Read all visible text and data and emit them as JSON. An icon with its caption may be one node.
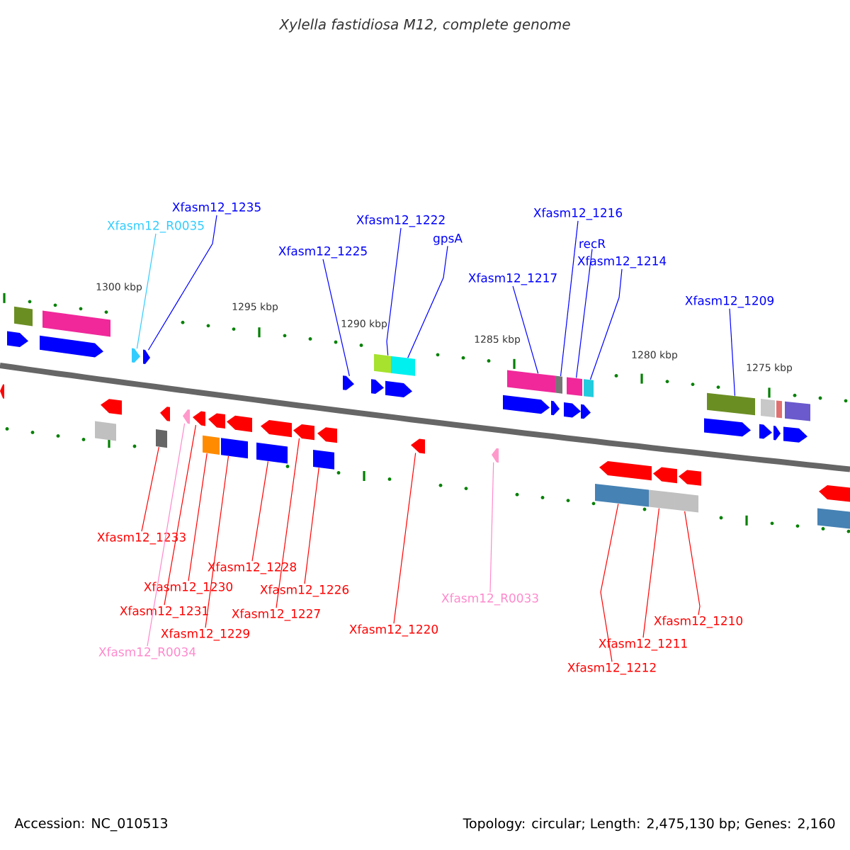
{
  "diagram": {
    "title": "Xylella fastidiosa M12, complete genome",
    "nodes": [
      {
        "text": [
          "Xfasm12_1235"
        ]
      },
      {
        "text": [
          "Xfasm12_R0035"
        ]
      },
      {
        "text": [
          "Xfasm12_1222"
        ]
      },
      {
        "text": [
          "Xfasm12_1225"
        ]
      },
      {
        "text": [
          "gpsA"
        ]
      },
      {
        "text": [
          "Xfasm12_1216"
        ]
      },
      {
        "text": [
          "recR"
        ]
      },
      {
        "text": [
          "Xfasm12_1217"
        ]
      },
      {
        "text": [
          "Xfasm12_1214"
        ]
      },
      {
        "text": [
          "Xfasm12_1209"
        ]
      },
      {
        "text": [
          "Xfasm12_1233"
        ]
      },
      {
        "text": [
          "Xfasm12_R0034"
        ]
      },
      {
        "text": [
          "Xfasm12_1230"
        ]
      },
      {
        "text": [
          "Xfasm12_1231"
        ]
      },
      {
        "text": [
          "Xfasm12_1229"
        ]
      },
      {
        "text": [
          "Xfasm12_1228"
        ]
      },
      {
        "text": [
          "Xfasm12_1227"
        ]
      },
      {
        "text": [
          "Xfasm12_1226"
        ]
      },
      {
        "text": [
          "Xfasm12_1220"
        ]
      },
      {
        "text": [
          "Xfasm12_R0033"
        ]
      },
      {
        "text": [
          "Xfasm12_1212"
        ]
      },
      {
        "text": [
          "Xfasm12_1211"
        ]
      },
      {
        "text": [
          "Xfasm12_1210"
        ]
      },
      {
        "text": [],
        "shape": "bar"
      },
      {
        "text": [],
        "shape": "bar"
      },
      {
        "text": [],
        "shape": "box"
      },
      {
        "text": [],
        "shape": "bar"
      },
      {
        "text": [],
        "shape": "box"
      },
      {
        "text": [],
        "shape": "box"
      },
      {
        "text": [],
        "shape": "bar"
      },
      {
        "text": [],
        "shape": "bar"
      },
      {
        "text": [],
        "shape": "bar"
      },
      {
        "text": [],
        "shape": "box"
      },
      {
        "text": [],
        "shape": "bar"
      },
      {
        "text": [],
        "shape": "bar"
      },
      {
        "text": [],
        "shape": "bar"
      },
      {
        "text": [],
        "shape": "box"
      },
      {
        "text": [],
        "shape": "bar"
      },
      {
        "text": [],
        "shape": "box"
      },
      {
        "text": [],
        "shape": "bar"
      },
      {
        "text": [],
        "shape": "box"
      },
      {
        "text": [],
        "shape": "bar"
      },
      {
        "text": [],
        "shape": "bar"
      },
      {
        "text": [],
        "shape": "box"
      },
      {
        "text": [],
        "shape": "bar"
      },
      {
        "text": [],
        "shape": "bar"
      },
      {
        "text": [],
        "shape": "bar"
      },
      {
        "text": [],
        "shape": "box"
      },
      {
        "text": [],
        "shape": "bar"
      },
      {
        "text": [],
        "shape": "box"
      },
      {
        "text": [],
        "shape": "bar"
      },
      {
        "text": [],
        "shape": "bar"
      },
      {
        "text": [],
        "shape": "bar"
      },
      {
        "text": [],
        "shape": "box"
      },
      {
        "text": [],
        "shape": "bar"
      },
      {
        "text": [],
        "shape": "box"
      },
      {
        "text": [],
        "shape": "bar"
      },
      {
        "text": [],
        "shape": "box"
      },
      {
        "text": [],
        "shape": "bar"
      },
      {
        "text": [],
        "shape": "box"
      },
      {
        "text": [],
        "shape": "box"
      },
      {
        "text": [],
        "shape": "bar"
      },
      {
        "text": [],
        "shape": "box"
      },
      {
        "text": [],
        "shape": "bar"
      },
      {
        "text": [],
        "shape": "box"
      },
      {
        "text": [],
        "shape": "bar"
      },
      {
        "text": [],
        "shape": "bar"
      },
      {
        "text": [],
        "shape": "box"
      },
      {
        "text": [],
        "shape": "bar"
      },
      {
        "text": [],
        "shape": "box"
      },
      {
        "text": [],
        "shape": "bar"
      },
      {
        "text": [],
        "shape": "box"
      },
      {
        "text": [],
        "shape": "bar"
      },
      {
        "text": [],
        "shape": "box"
      },
      {
        "text": [],
        "shape": "box"
      },
      {
        "text": [],
        "shape": "bar"
      }
    ],
    "edges": [
      {
        "from": 0,
        "to": 31,
        "arrow": "none",
        "color": "#0000ff"
      },
      {
        "from": 1,
        "to": 30,
        "arrow": "none",
        "color": "#33ccff"
      },
      {
        "from": 2,
        "to": 47,
        "arrow": "none",
        "color": "#0000ff"
      },
      {
        "from": 3,
        "to": 45,
        "arrow": "none",
        "color": "#0000ff"
      },
      {
        "from": 4,
        "to": 49,
        "arrow": "none",
        "color": "#0000ff"
      },
      {
        "from": 5,
        "to": 55,
        "arrow": "none",
        "color": "#0000ff"
      },
      {
        "from": 6,
        "to": 57,
        "arrow": "none",
        "color": "#0000ff"
      },
      {
        "from": 7,
        "to": 53,
        "arrow": "none",
        "color": "#0000ff"
      },
      {
        "from": 8,
        "to": 59,
        "arrow": "none",
        "color": "#0000ff"
      },
      {
        "from": 9,
        "to": 67,
        "arrow": "none",
        "color": "#0000ff"
      },
      {
        "from": 10,
        "to": 32,
        "arrow": "none"
      },
      {
        "from": 11,
        "to": 34,
        "arrow": "none",
        "color": "#ff88cc"
      },
      {
        "from": 12,
        "to": 36,
        "arrow": "none"
      },
      {
        "from": 13,
        "to": 35,
        "arrow": "none"
      },
      {
        "from": 14,
        "to": 38,
        "arrow": "none"
      },
      {
        "from": 15,
        "to": 40,
        "arrow": "none"
      },
      {
        "from": 16,
        "to": 42,
        "arrow": "none"
      },
      {
        "from": 17,
        "to": 43,
        "arrow": "none"
      },
      {
        "from": 18,
        "to": 50,
        "arrow": "none"
      },
      {
        "from": 19,
        "to": 51,
        "arrow": "none",
        "color": "#ff88cc"
      },
      {
        "from": 20,
        "to": 60,
        "arrow": "none"
      },
      {
        "from": 21,
        "to": 62,
        "arrow": "none"
      },
      {
        "from": 22,
        "to": 64,
        "arrow": "none"
      }
    ],
    "labels": [
      "1300 kbp",
      "1295 kbp",
      "1290 kbp",
      "1285 kbp",
      "1280 kbp",
      "1275 kbp",
      "Accession: NC_010513",
      "Topology: circular; Length: 2,475,130 bp; Genes: 2,160"
    ]
  }
}
